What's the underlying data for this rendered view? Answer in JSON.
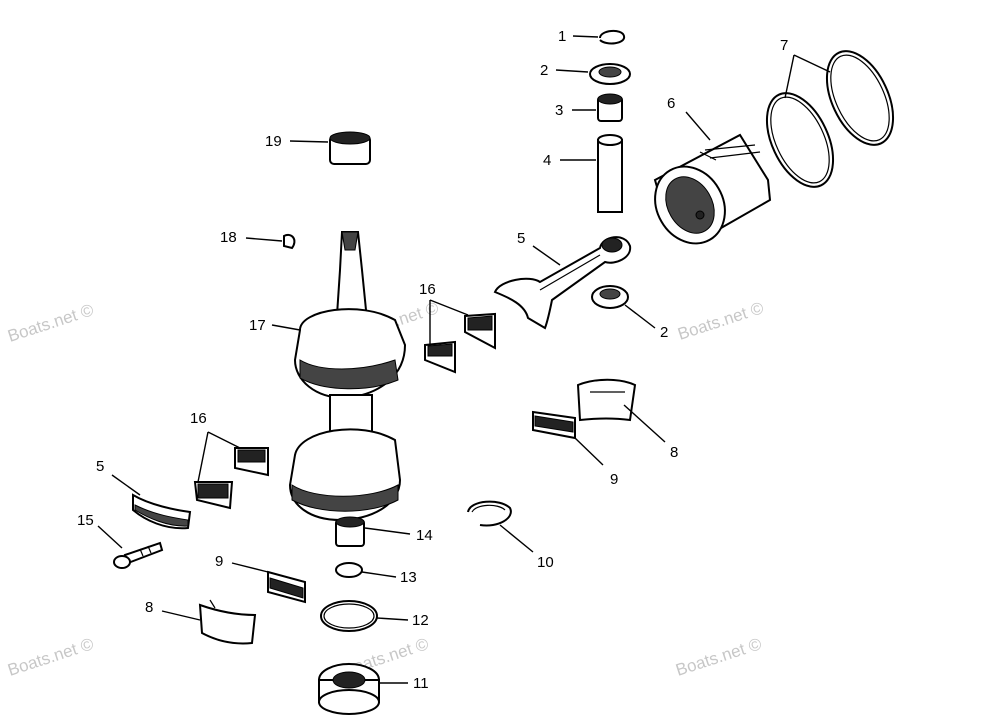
{
  "watermark": "Boats.net ©",
  "callouts": {
    "c1": "1",
    "c2a": "2",
    "c3": "3",
    "c4": "4",
    "c5a": "5",
    "c6": "6",
    "c7": "7",
    "c19": "19",
    "c18": "18",
    "c17": "17",
    "c16a": "16",
    "c2b": "2",
    "c16b": "16",
    "c5b": "5",
    "c15": "15",
    "c9a": "9",
    "c8a": "8",
    "c8b": "8",
    "c9b": "9",
    "c10": "10",
    "c14": "14",
    "c13": "13",
    "c12": "12",
    "c11": "11"
  }
}
